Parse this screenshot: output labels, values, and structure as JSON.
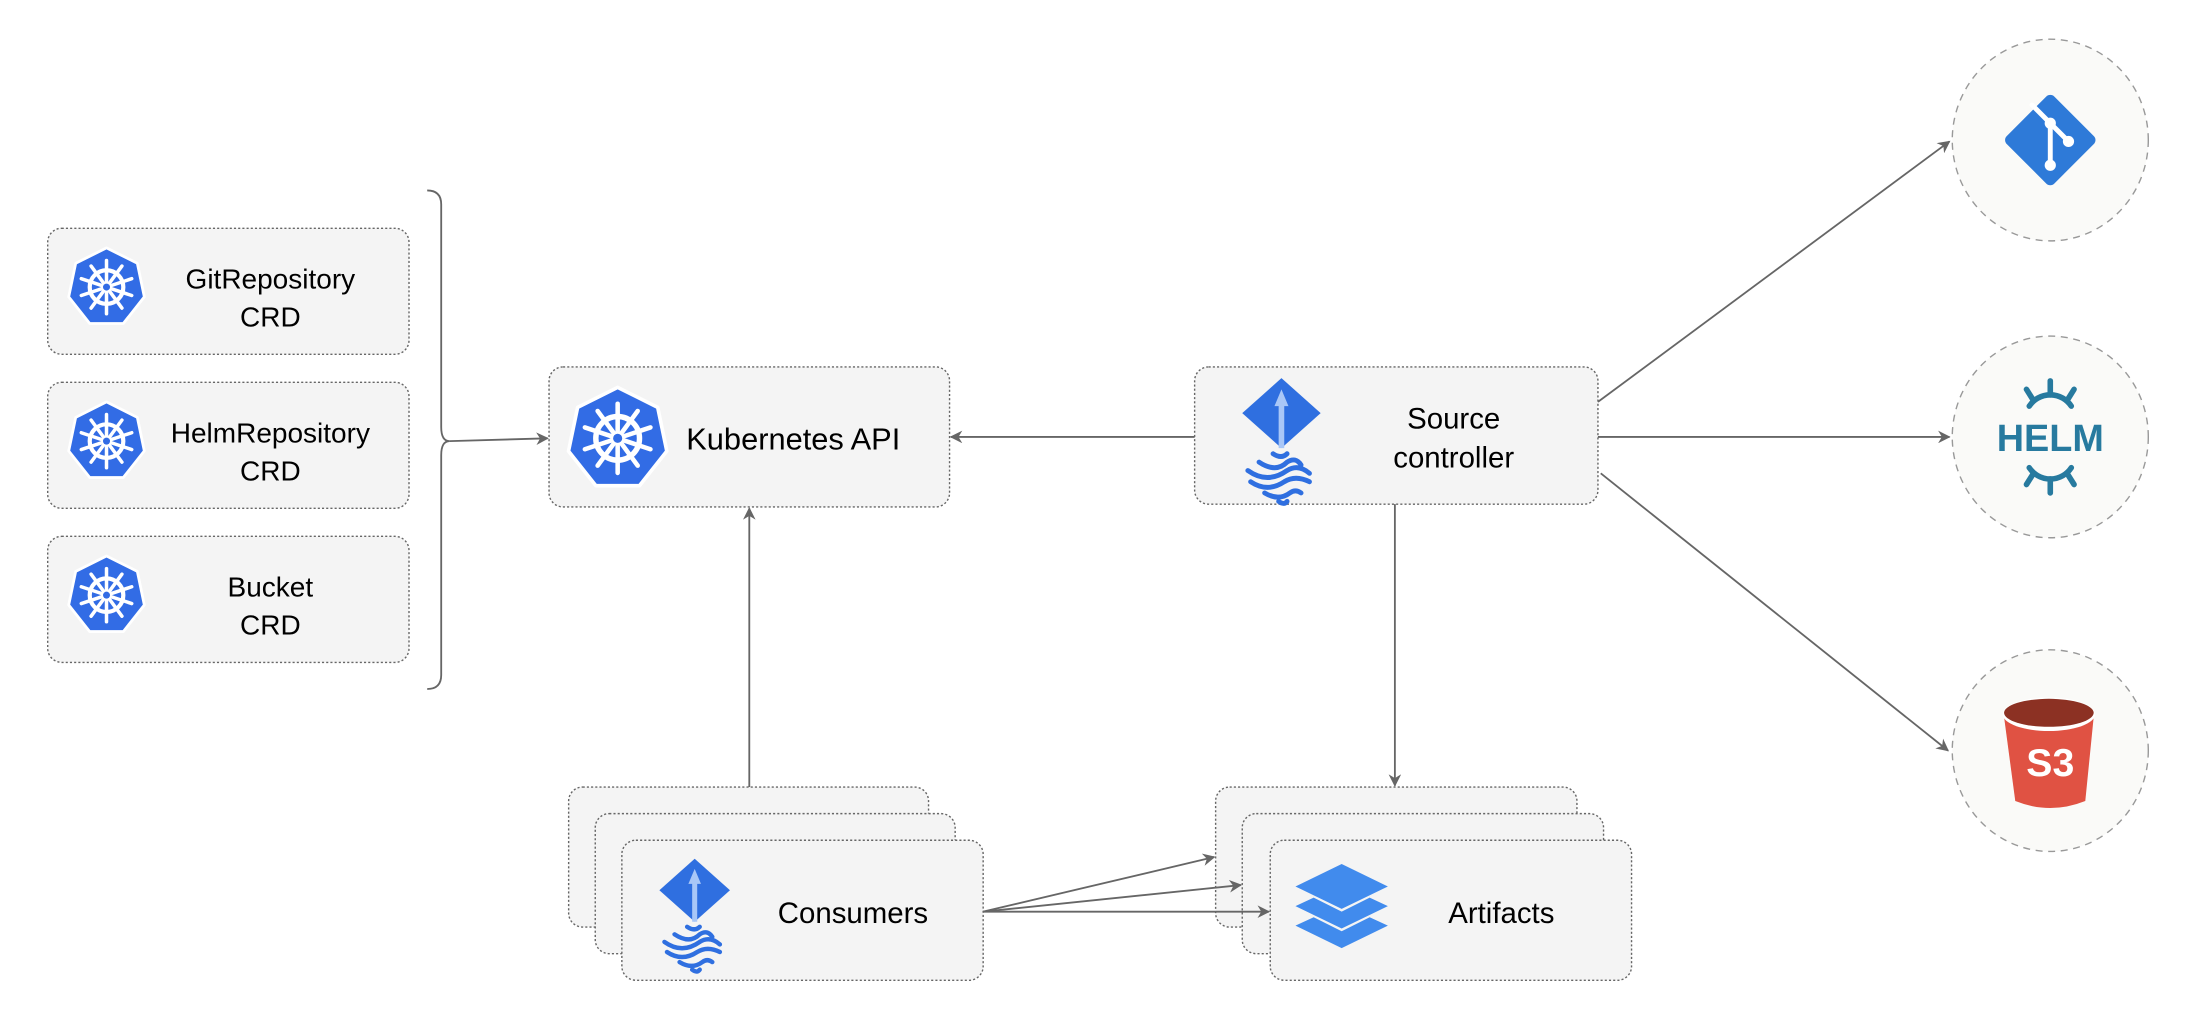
{
  "crds": [
    {
      "line1": "GitRepository",
      "line2": "CRD"
    },
    {
      "line1": "HelmRepository",
      "line2": "CRD"
    },
    {
      "line1": "Bucket",
      "line2": "CRD"
    }
  ],
  "kubernetes_api": {
    "label": "Kubernetes API"
  },
  "source_controller": {
    "line1": "Source",
    "line2": "controller"
  },
  "consumers": {
    "label": "Consumers"
  },
  "artifacts": {
    "label": "Artifacts"
  },
  "sources": {
    "git": "git-icon",
    "helm": {
      "label": "HELM"
    },
    "s3": {
      "label": "S3"
    }
  },
  "colors": {
    "k8s_blue": "#326ce5",
    "flux_blue": "#2f6fe0",
    "git_blue": "#2e7ad8",
    "helm_teal": "#277a9f",
    "s3_red": "#e05243",
    "s3_dark": "#8c3123",
    "layers_blue": "#418bed",
    "box_fill": "#f4f4f4",
    "edge": "#666666"
  }
}
